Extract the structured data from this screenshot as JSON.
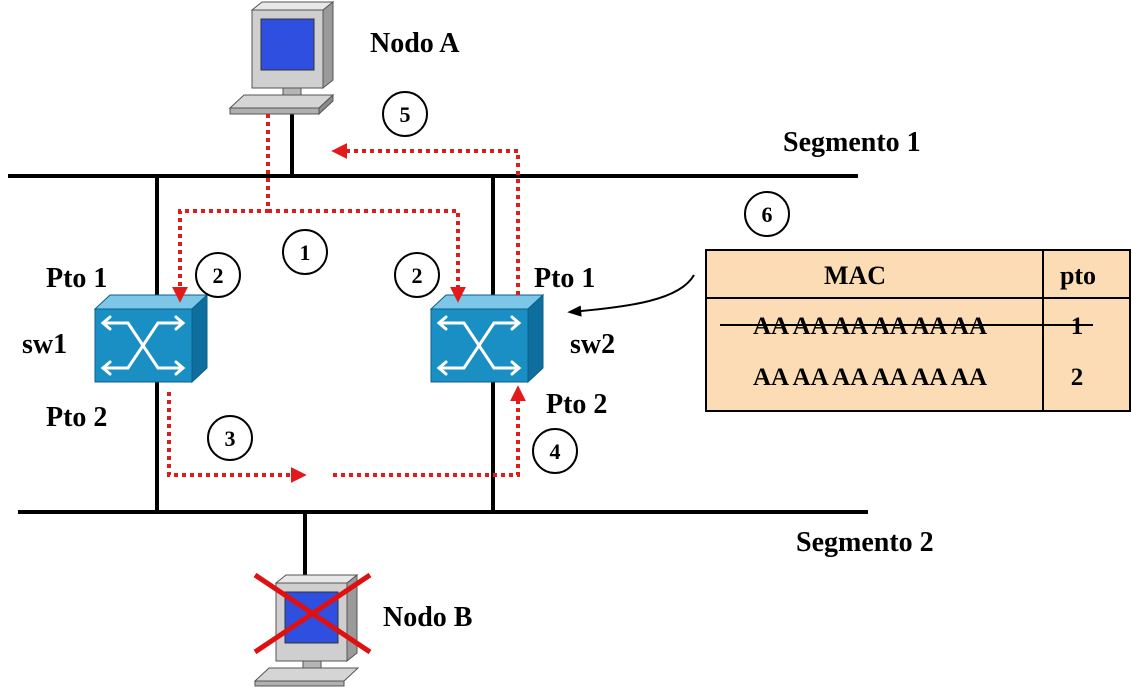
{
  "labels": {
    "node_a": "Nodo A",
    "node_b": "Nodo B",
    "segment_1": "Segmento 1",
    "segment_2": "Segmento 2",
    "sw1": "sw1",
    "sw2": "sw2",
    "sw1_port1": "Pto 1",
    "sw1_port2": "Pto 2",
    "sw2_port1": "Pto 1",
    "sw2_port2": "Pto 2"
  },
  "steps": [
    "1",
    "2",
    "2",
    "3",
    "4",
    "5",
    "6"
  ],
  "mac_table": {
    "headers": [
      "MAC",
      "pto"
    ],
    "rows": [
      {
        "mac": "AA AA AA AA AA AA",
        "port": "1",
        "struck": true
      },
      {
        "mac": "AA AA AA AA AA AA",
        "port": "2",
        "struck": false
      }
    ]
  },
  "colors": {
    "frame_path": "#e31a1a",
    "table_fill": "#fbdcb4",
    "switch_body": "#1a8fc4",
    "monitor_screen": "#2f4fe0",
    "computer_body": "#cfcfcf",
    "failure_mark": "#e01010"
  },
  "icons": {
    "node_a": "desktop-computer-icon",
    "node_b": "desktop-computer-icon",
    "node_b_status": "red-x-cross-icon",
    "switches": "switch-icon"
  }
}
